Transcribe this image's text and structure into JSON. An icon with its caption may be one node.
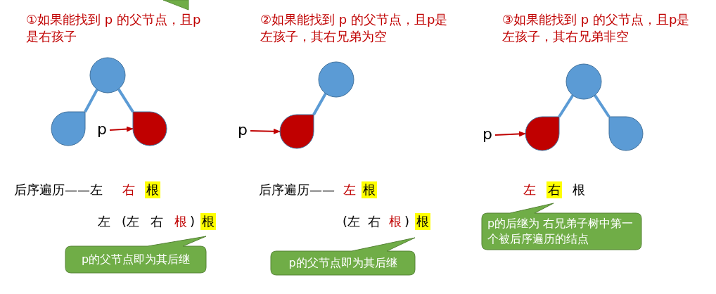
{
  "diagram": {
    "nodes": [
      {
        "text": [],
        "shape": "circle"
      },
      {
        "text": [],
        "shape": "circle"
      },
      {
        "text": [],
        "shape": "circle"
      },
      {
        "text": [
          "p"
        ]
      },
      {
        "text": [
          "p的父节点即为其后继"
        ]
      },
      {
        "text": [],
        "shape": "circle"
      },
      {
        "text": [],
        "shape": "circle"
      },
      {
        "text": [
          "p"
        ]
      },
      {
        "text": [
          "p的父节点即为其后继"
        ]
      },
      {
        "text": [],
        "shape": "circle"
      },
      {
        "text": [],
        "shape": "circle"
      },
      {
        "text": [],
        "shape": "circle"
      },
      {
        "text": [
          "p"
        ]
      },
      {
        "text": [
          "p的后继为 右兄弟子树中第一个被后序遍历的结点"
        ]
      }
    ],
    "edges": [
      {
        "from": 0,
        "to": 1,
        "arrow": "none"
      },
      {
        "from": 0,
        "to": 2,
        "arrow": "none"
      },
      {
        "from": 3,
        "to": 2,
        "arrow": "to",
        "color": "#c00000"
      },
      {
        "from": 5,
        "to": 6,
        "arrow": "none"
      },
      {
        "from": 7,
        "to": 6,
        "arrow": "to",
        "color": "#c00000"
      },
      {
        "from": 9,
        "to": 10,
        "arrow": "none"
      },
      {
        "from": 9,
        "to": 11,
        "arrow": "none"
      },
      {
        "from": 12,
        "to": 10,
        "arrow": "to",
        "color": "#c00000"
      }
    ],
    "labels": [
      "①如果能找到 p 的父节点，且p是右孩子",
      "②如果能找到 p 的父节点，且p是左孩子，其右兄弟为空",
      "③如果能找到 p 的父节点，且p是左孩子，其右兄弟非空",
      "后序遍历——左",
      "右",
      "根",
      "左",
      "(左",
      "右",
      "根",
      ")",
      "根",
      "后序遍历——",
      "左",
      "根",
      "(左",
      "右",
      "根",
      ")",
      "根",
      "左",
      "右",
      "根"
    ]
  }
}
